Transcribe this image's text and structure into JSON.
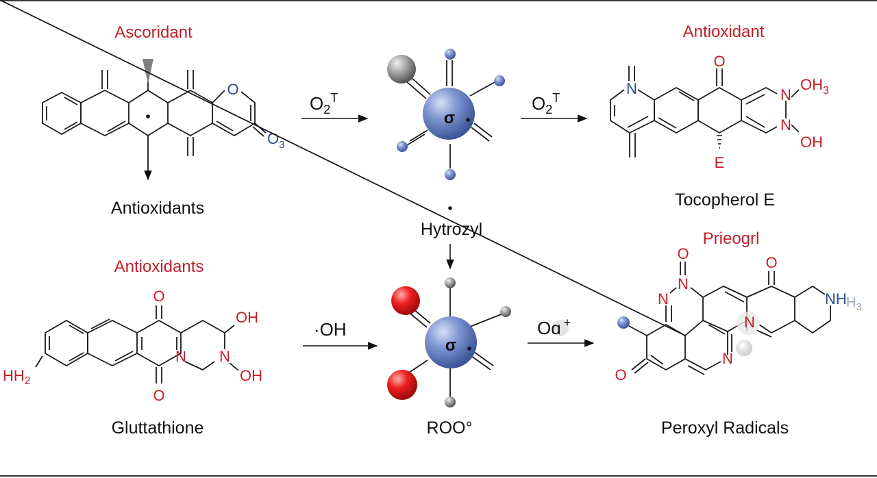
{
  "colors": {
    "title_red": "#c0202a",
    "atom_red": "#c81e28",
    "atom_blue": "#2e4c8c",
    "bond": "#1a1a1a",
    "sphere_blue": "#6f88c6",
    "sphere_gray": "#9a9a9a",
    "sphere_red": "#e31a1a"
  },
  "top_left": {
    "title": "Ascoridant",
    "caption": "Antioxidants",
    "atoms": {
      "o_ring": "O",
      "o3_main": "O",
      "o3_sub": "3"
    }
  },
  "top_middle": {
    "reagent_main": "O",
    "reagent_sub": "2",
    "reagent_sup": "T",
    "small_symbol": "σ",
    "caption": "Hytrozyl"
  },
  "top_right": {
    "title": "Antioxidant",
    "reagent_main": "O",
    "reagent_sub": "2",
    "reagent_sup": "T",
    "caption": "Tocopherol E",
    "atoms": {
      "n_ring": "N",
      "o_top": "O",
      "n_right1": "N",
      "oh3": "OH",
      "oh3_sub": "3",
      "n_right2": "N",
      "oh": "OH",
      "e": "E"
    }
  },
  "bottom_left": {
    "title": "Antioxidants",
    "caption": "Gluttathione",
    "atoms": {
      "o_top": "O",
      "o_bottom": "O",
      "n_ring": "N",
      "n_right": "N",
      "oh_top": "OH",
      "oh_bottom": "OH",
      "hh2": "HH",
      "hh2_sub": "2"
    }
  },
  "bottom_middle": {
    "reagent": "·OH",
    "small_symbol": "σ",
    "caption": "ROO°"
  },
  "bottom_right": {
    "title": "Prieogrl",
    "reagent_main": "Oɑ",
    "reagent_sup": "+",
    "caption": "Peroxyl Radicals",
    "atoms": {
      "o_nitroso": "O",
      "n_top": "N",
      "n_left": "N",
      "o_top_right": "O",
      "nh": "NH",
      "h3": "H",
      "h3_sub": "3",
      "n_center": "N",
      "n_bottom": "N",
      "o_left": "O"
    }
  }
}
